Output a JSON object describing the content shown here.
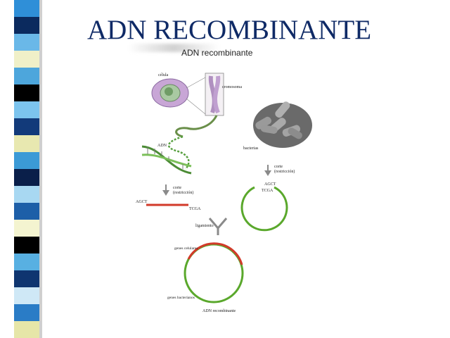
{
  "title": "ADN RECOMBINANTE",
  "figure": {
    "heading": "ADN recombinante",
    "labels": {
      "cell": "célula",
      "chromosome": "cromosoma",
      "dna": "ADN",
      "bacteria": "bacterias",
      "cut_left": "corte",
      "cut_left_sub": "(restricción)",
      "cut_right": "corte",
      "cut_right_sub": "(restricción)",
      "seq_top_left": "AGCT",
      "seq_bottom_left": "TCGA",
      "seq_top_right": "AGCT",
      "seq_bottom_right": "TCGA",
      "ligation": "ligamiento",
      "cell_genes": "genes celulares",
      "bacterial_genes": "genes bacterianos",
      "result": "ADN recombinante"
    }
  },
  "colors": {
    "title": "#0f2a66",
    "plasmid_green": "#5aa82c",
    "insert_red": "#d23a2a",
    "arrow_gray": "#8a8a8a"
  },
  "sidebar": {
    "colors": [
      "#2f8fd8",
      "#0b2a5e",
      "#6ab8e8",
      "#f0f0c8",
      "#4da6dc",
      "#000000",
      "#7cc4ee",
      "#123a7a",
      "#e8e8b0",
      "#3b9ad6",
      "#0a1f4a",
      "#a8d8f2",
      "#1d5fa8",
      "#f4f4d0",
      "#000000",
      "#58b0e2",
      "#0f3570",
      "#cfe8f6",
      "#2a7cc6",
      "#e6e6a8"
    ]
  }
}
